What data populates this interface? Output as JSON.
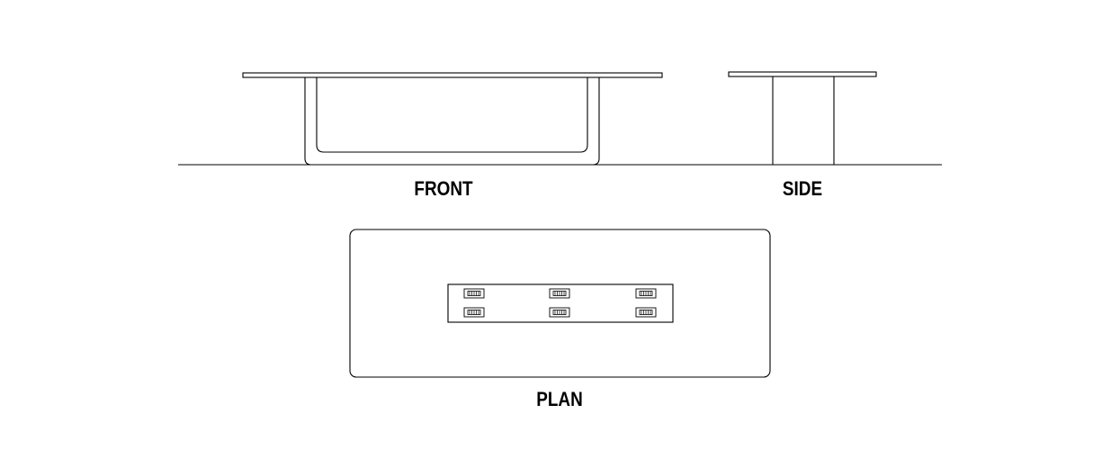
{
  "views": {
    "front": {
      "label": "FRONT"
    },
    "side": {
      "label": "SIDE"
    },
    "plan": {
      "label": "PLAN"
    }
  },
  "plan": {
    "power_outlet_rows": 2,
    "power_outlet_columns": 3
  },
  "colors": {
    "line": "#000000",
    "background": "#ffffff"
  }
}
